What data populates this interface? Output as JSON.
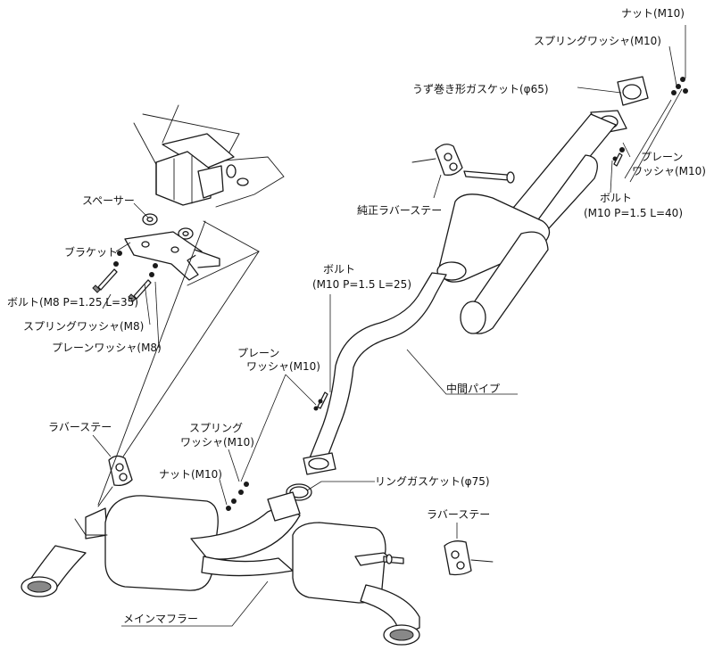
{
  "labels": {
    "nut_m10_top": "ナット(M10)",
    "spring_washer_m10_top": "スプリングワッシャ(M10)",
    "spiral_gasket": "うず巻き形ガスケット(φ65)",
    "plain_washer_m10_right_1": "プレーン",
    "plain_washer_m10_right_2": "ワッシャ(M10)",
    "genuine_rubber_stay": "純正ラバーステー",
    "bolt_m10_right_1": "ボルト",
    "bolt_m10_right_2": "(M10 P=1.5 L=40)",
    "spacer": "スペーサー",
    "bracket": "ブラケット",
    "bolt_m10_mid_1": "ボルト",
    "bolt_m10_mid_2": "(M10 P=1.5 L=25)",
    "bolt_m8": "ボルト(M8 P=1.25 L=35)",
    "spring_washer_m8": "スプリングワッシャ(M8)",
    "plain_washer_m8": "プレーンワッシャ(M8)",
    "plain_washer_m10_mid_1": "プレーン",
    "plain_washer_m10_mid_2": "ワッシャ(M10)",
    "center_pipe": "中間パイプ",
    "rubber_stay_left": "ラバーステー",
    "spring_washer_m10_left_1": "スプリング",
    "spring_washer_m10_left_2": "ワッシャ(M10)",
    "nut_m10_left": "ナット(M10)",
    "ring_gasket": "リングガスケット(φ75)",
    "rubber_stay_right": "ラバーステー",
    "main_muffler": "メインマフラー"
  }
}
